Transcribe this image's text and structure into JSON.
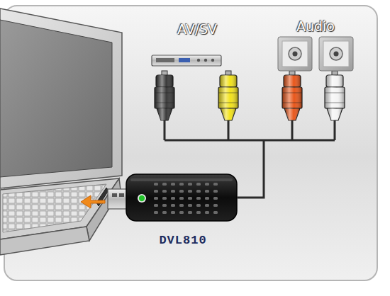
{
  "diagram": {
    "labels": [
      "AV/SV",
      "Audio",
      "DVL810"
    ]
  }
}
